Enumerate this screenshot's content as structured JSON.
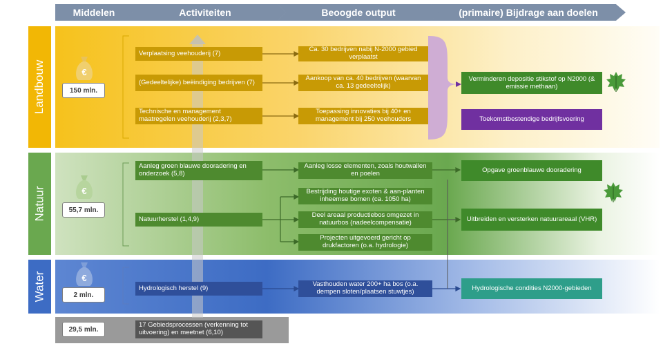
{
  "header": {
    "col1": "Middelen",
    "col2": "Activiteiten",
    "col3": "Beoogde output",
    "col4": "(primaire) Bijdrage aan doelen"
  },
  "sections": {
    "landbouw": {
      "label": "Landbouw",
      "budget": "150 mln.",
      "activities": [
        "Verplaatsing veehouderij (7)",
        "(Gedeeltelijke) beëindiging bedrijven (7)",
        "Technische en management maatregelen veehouderij (2,3,7)"
      ],
      "outputs": [
        "Ca. 30 bedrijven nabij N-2000 gebied verplaatst",
        "Aankoop van ca. 40 bedrijven (waarvan ca. 13 gedeeltelijk)",
        "Toepassing innovaties bij 40+ en management bij 250 veehouders"
      ],
      "goals": [
        "Verminderen depositie stikstof op N2000 (& emissie methaan)",
        "Toekomstbestendige bedrijfsvoering"
      ]
    },
    "natuur": {
      "label": "Natuur",
      "budget": "55,7 mln.",
      "activities": [
        "Aanleg groen blauwe dooradering en onderzoek (5,8)",
        "Natuurherstel (1,4,9)"
      ],
      "outputs": [
        "Aanleg losse elementen, zoals houtwallen en poelen",
        "Bestrijding houtige exoten & aan-planten inheemse bomen (ca. 1050 ha)",
        "Deel areaal productiebos omgezet in natuurbos (nadeelcompensatie)",
        "Projecten uitgevoerd gericht op drukfactoren (o.a. hydrologie)"
      ],
      "goals": [
        "Opgave groenblauwe dooradering",
        "Uitbreiden en versterken natuurareaal (VHR)"
      ]
    },
    "water": {
      "label": "Water",
      "budget": "2 mln.",
      "activities": [
        "Hydrologisch herstel (9)"
      ],
      "outputs": [
        "Vasthouden water 200+ ha bos (o.a. dempen sloten/plaatsen stuwtjes)"
      ],
      "goals": [
        "Hydrologische condities N2000-gebieden"
      ]
    },
    "overig": {
      "budget": "29,5 mln.",
      "activities": [
        "17 Gebiedsprocessen (verkenning tot uitvoering) en meetnet (6,10)"
      ]
    }
  },
  "colors": {
    "header": "#7d8fa8",
    "landbouw": "#f2b705",
    "natuur": "#6aa84f",
    "water": "#3d6cc4",
    "landbouw_box": "#c89a05",
    "natuur_box": "#4e8a2f",
    "water_box": "#2f4f9a",
    "goal_green": "#3f8a2a",
    "goal_purple": "#7030a0",
    "goal_teal": "#2e9e8a",
    "overig": "#9a9a9a"
  },
  "icons": [
    "money-bag-icon",
    "leaf-icon",
    "arrow-up-icon"
  ]
}
